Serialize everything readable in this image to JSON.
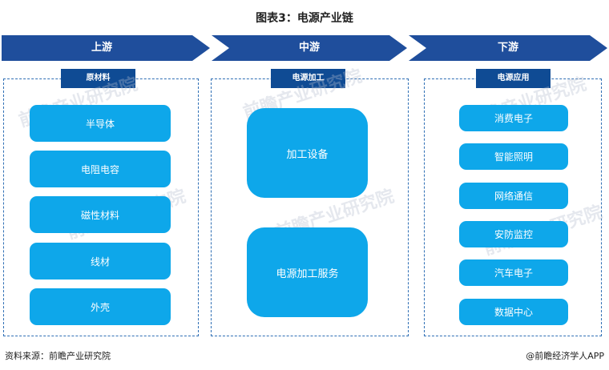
{
  "title": "图表3：电源产业链",
  "stages": [
    {
      "label": "上游",
      "section": "原材料",
      "items": [
        "半导体",
        "电阻电容",
        "磁性材料",
        "线材",
        "外壳"
      ]
    },
    {
      "label": "中游",
      "section": "电源加工",
      "items": [
        "加工设备",
        "电源加工服务"
      ]
    },
    {
      "label": "下游",
      "section": "电源应用",
      "items": [
        "消费电子",
        "智能照明",
        "网络通信",
        "安防监控",
        "汽车电子",
        "数据中心"
      ]
    }
  ],
  "footer": {
    "source": "资料来源：前瞻产业研究院",
    "brand": "@前瞻经济学人APP"
  },
  "watermark": "前瞻产业研究院",
  "colors": {
    "header": "#1f4e9c",
    "section_tab": "#0f4b94",
    "item": "#0ea7ea",
    "border": "#2f6fb5"
  }
}
